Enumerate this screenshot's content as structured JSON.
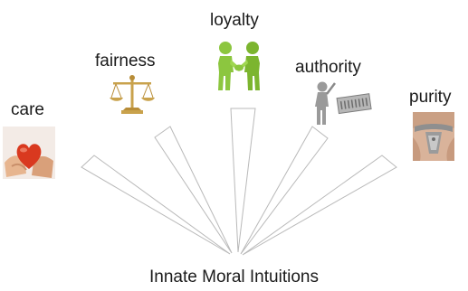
{
  "foundations": [
    {
      "label": "care",
      "icon": "heart-in-hands-icon"
    },
    {
      "label": "fairness",
      "icon": "scales-of-justice-icon"
    },
    {
      "label": "loyalty",
      "icon": "handshake-figures-icon"
    },
    {
      "label": "authority",
      "icon": "figure-holding-sign-icon"
    },
    {
      "label": "purity",
      "icon": "chastity-belt-icon"
    }
  ],
  "caption": "Innate Moral Intuitions",
  "colors": {
    "ray_stroke": "#b9b9b9",
    "heart": "#d9391f",
    "skin": "#e7b58f",
    "scales_gold": "#c9a24c",
    "figure_green": "#8cc63f",
    "figure_grey": "#9a9a9a"
  }
}
